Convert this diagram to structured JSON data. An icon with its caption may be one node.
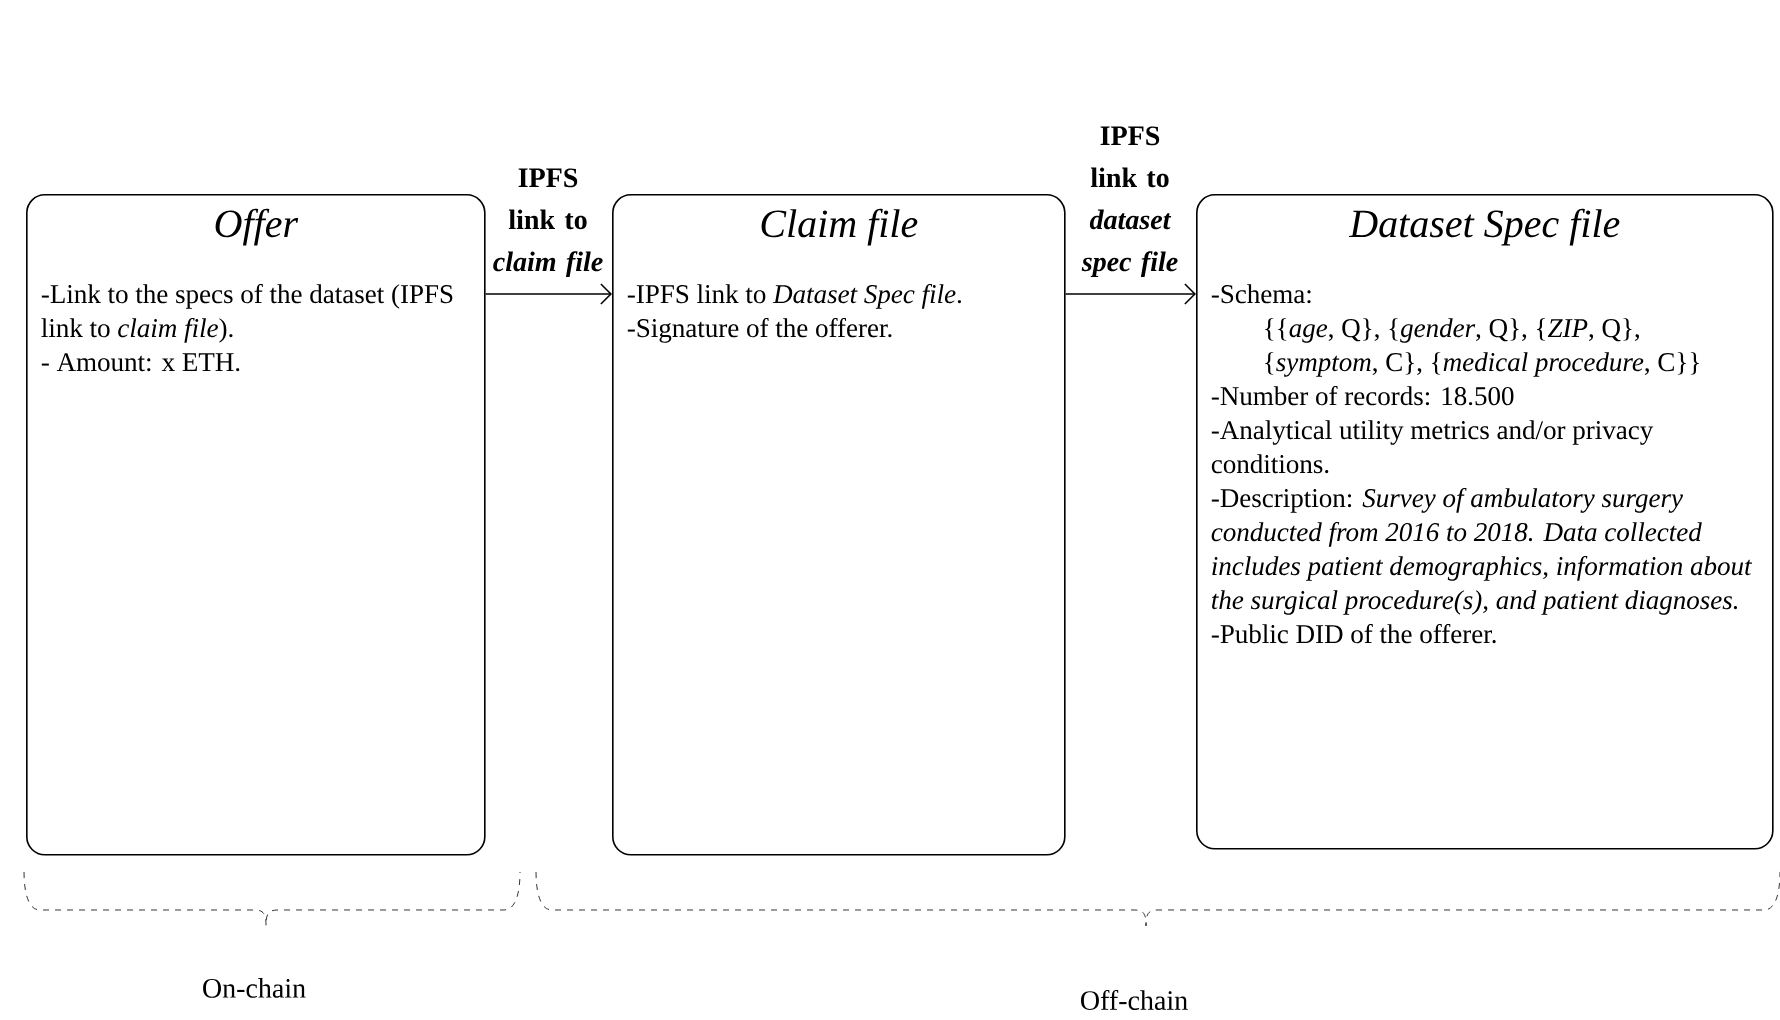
{
  "diagram": {
    "nodes": [
      {
        "text": [
          "Offer",
          "-Link to the specs of the dataset (IPFS link to *claim file*).",
          "- Amount: x ETH."
        ]
      },
      {
        "text": [
          "Claim file",
          "-IPFS link to *Dataset Spec file*.",
          "-Signature of the offerer."
        ]
      },
      {
        "text": [
          "Dataset Spec file",
          "-Schema:",
          "{{*age*, Q}, {*gender*, Q}, {*ZIP*, Q}, {*symptom*, C}, {*medical procedure*, C}}",
          "-Number of records: 18.500",
          "-Analytical utility metrics and/or privacy conditions.",
          "-Description: *Survey of ambulatory surgery conducted from 2016 to 2018. Data collected includes patient demographics, information about the surgical procedure(s), and patient diagnoses.*",
          "-Public DID of the offerer."
        ]
      }
    ],
    "edges": [
      {
        "from": 0,
        "to": 1,
        "arrow": "to",
        "label": "IPFS link to *claim file*"
      },
      {
        "from": 1,
        "to": 2,
        "arrow": "to",
        "label": "IPFS link to *dataset spec file*"
      }
    ],
    "labels": [
      "On-chain",
      "Off-chain"
    ]
  }
}
